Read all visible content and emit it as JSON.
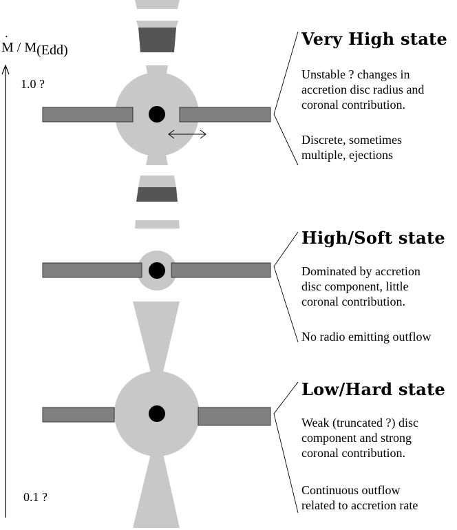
{
  "axis": {
    "label_main": "M / M",
    "label_sub": "(Edd)",
    "tick_top": "1.0 ?",
    "tick_bottom": "0.1 ?"
  },
  "states": [
    {
      "title": "Very High state",
      "desc1": [
        "Unstable ? changes in",
        "accretion disc radius and",
        "coronal contribution."
      ],
      "desc2": [
        "Discrete, sometimes",
        "multiple, ejections"
      ]
    },
    {
      "title": "High/Soft state",
      "desc1": [
        "Dominated by accretion",
        "disc component, little",
        "coronal contribution."
      ],
      "desc2": [
        "No radio emitting outflow"
      ]
    },
    {
      "title": "Low/Hard state",
      "desc1": [
        "Weak (truncated ?) disc",
        "component and strong",
        "coronal contribution."
      ],
      "desc2": [
        "Continuous outflow",
        "related to accretion rate"
      ]
    }
  ],
  "colors": {
    "corona": "#c8c8c8",
    "disc": "#808080",
    "blob_dark": "#555555",
    "black_hole": "#000000",
    "line": "#000000"
  }
}
